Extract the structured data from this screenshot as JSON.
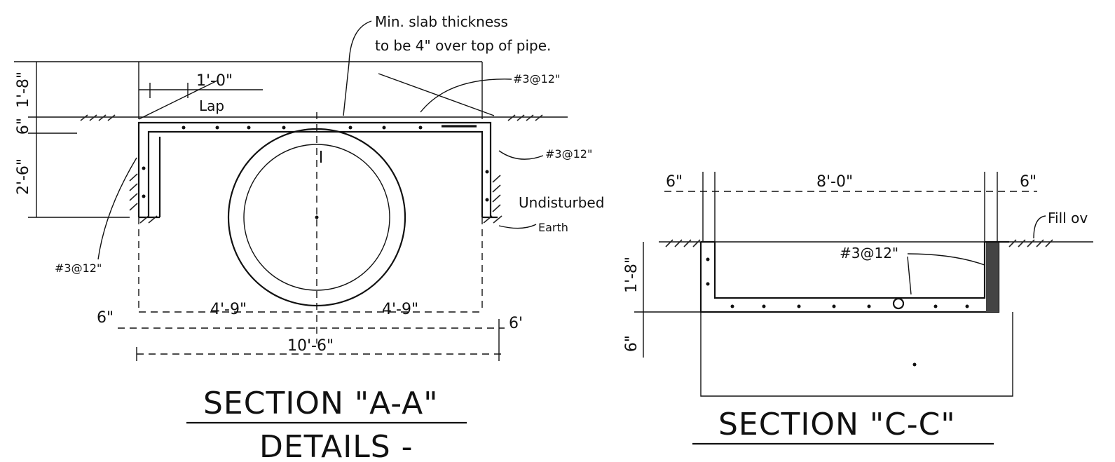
{
  "section_aa": {
    "note_line1": "Min. slab thickness",
    "note_line2": "to be 4\" over top of pipe.",
    "dim_top_slab": "1'-8\"",
    "dim_slab": "6\"",
    "dim_wall": "2'-6\"",
    "lap_dim": "1'-0\"",
    "lap_label": "Lap",
    "rebar_top": "#3@12\"",
    "rebar_right": "#3@12\"",
    "rebar_left": "#3@12\"",
    "earth_line1": "Undisturbed",
    "earth_line2": "Earth",
    "dim_left_wall": "6\"",
    "dim_left_span": "4'-9\"",
    "dim_right_span": "4'-9\"",
    "dim_right_wall": "6'",
    "dim_overall": "10'-6\"",
    "title": "SECTION \"A-A\"",
    "subtitle": "DETAILS -"
  },
  "section_cc": {
    "dim_left": "6\"",
    "dim_span": "8'-0\"",
    "dim_right": "6\"",
    "fill_note": "Fill ov",
    "rebar": "#3@12\"",
    "dim_height": "1'-8\"",
    "dim_base": "6\"",
    "title": "SECTION \"C-C\""
  }
}
